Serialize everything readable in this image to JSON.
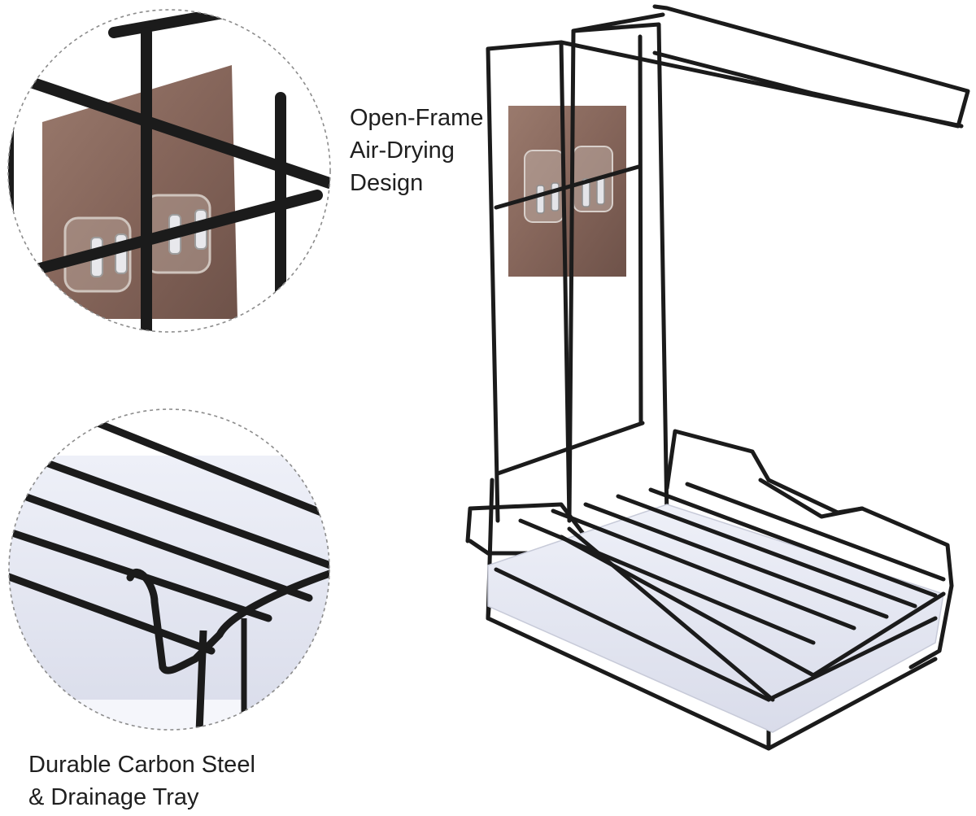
{
  "captions": {
    "top": [
      "Open-Frame",
      "Air-Drying",
      "Design"
    ],
    "bottom": [
      "Durable Carbon Steel",
      "& Drainage Tray"
    ]
  },
  "colors": {
    "frame": "#1b1b1b",
    "adhesive_pad": "#8a6a5e",
    "tray": "#e6e8f3",
    "dashed_circle": "#8c8c8c",
    "background": "#ffffff"
  },
  "illustrations": {
    "detail_top": "adhesive-hook-closeup",
    "detail_bottom": "wire-shelf-and-tray-closeup",
    "product": "sink-caddy-rack"
  }
}
